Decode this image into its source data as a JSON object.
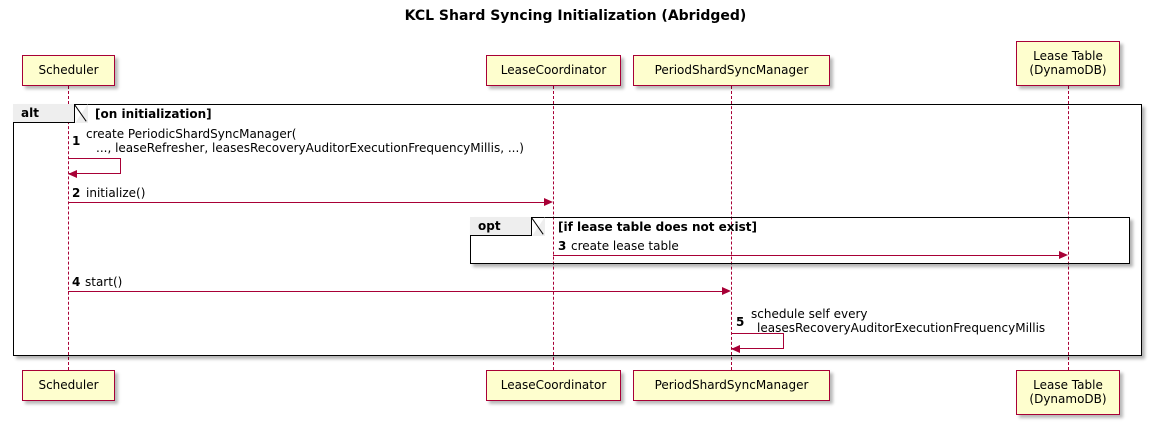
{
  "diagram": {
    "title": "KCL Shard Syncing Initialization (Abridged)",
    "type": "sequence-diagram",
    "colors": {
      "participant_fill": "#FEFECE",
      "participant_border": "#A80036",
      "arrow": "#A80036",
      "lifeline": "#A80036",
      "frame_border": "#000000",
      "frame_tab_fill": "#EEEEEE",
      "background": "#FFFFFF",
      "text": "#000000"
    }
  },
  "participants": [
    {
      "id": "scheduler",
      "label": "Scheduler",
      "lines": [
        "Scheduler"
      ]
    },
    {
      "id": "lease-coordinator",
      "label": "LeaseCoordinator",
      "lines": [
        "LeaseCoordinator"
      ]
    },
    {
      "id": "period-shard-sync-manager",
      "label": "PeriodShardSyncManager",
      "lines": [
        "PeriodShardSyncManager"
      ]
    },
    {
      "id": "lease-table",
      "label": "Lease Table (DynamoDB)",
      "lines": [
        "Lease Table",
        "(DynamoDB)"
      ]
    }
  ],
  "fragments": [
    {
      "id": "alt",
      "operator": "alt",
      "guard": "[on initialization]"
    },
    {
      "id": "opt",
      "operator": "opt",
      "guard": "[if lease table does not exist]"
    }
  ],
  "messages": [
    {
      "number": "1",
      "from": "scheduler",
      "to": "scheduler",
      "kind": "self",
      "lines": [
        "create PeriodicShardSyncManager(",
        "..., leaseRefresher, leasesRecoveryAuditorExecutionFrequencyMillis, ...)"
      ]
    },
    {
      "number": "2",
      "from": "scheduler",
      "to": "lease-coordinator",
      "kind": "call",
      "lines": [
        "initialize()"
      ]
    },
    {
      "number": "3",
      "from": "lease-coordinator",
      "to": "lease-table",
      "kind": "call",
      "lines": [
        "create lease table"
      ]
    },
    {
      "number": "4",
      "from": "scheduler",
      "to": "period-shard-sync-manager",
      "kind": "call",
      "lines": [
        "start()"
      ]
    },
    {
      "number": "5",
      "from": "period-shard-sync-manager",
      "to": "period-shard-sync-manager",
      "kind": "self",
      "lines": [
        "schedule self every",
        "leasesRecoveryAuditorExecutionFrequencyMillis"
      ]
    }
  ]
}
